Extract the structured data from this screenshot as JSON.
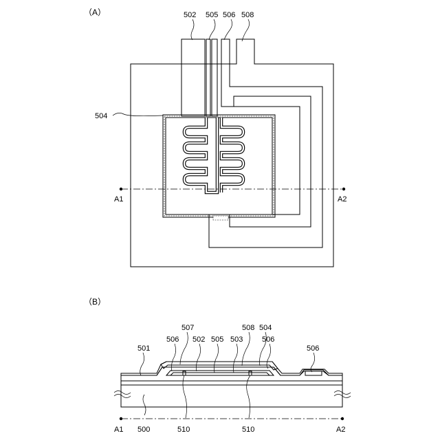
{
  "panel_a": {
    "label": "（A）",
    "refs": {
      "r502": "502",
      "r505": "505",
      "r506": "506",
      "r508": "508",
      "r504": "504"
    },
    "cut": {
      "start": "A1",
      "end": "A2"
    }
  },
  "panel_b": {
    "label": "（B）",
    "refs": {
      "r507": "507",
      "r501": "501",
      "r506a": "506",
      "r502": "502",
      "r505": "505",
      "r503": "503",
      "r508": "508",
      "r504": "504",
      "r506b": "506",
      "r506c": "506",
      "r500": "500",
      "r510a": "510",
      "r510b": "510"
    },
    "cut": {
      "start": "A1",
      "end": "A2"
    }
  }
}
